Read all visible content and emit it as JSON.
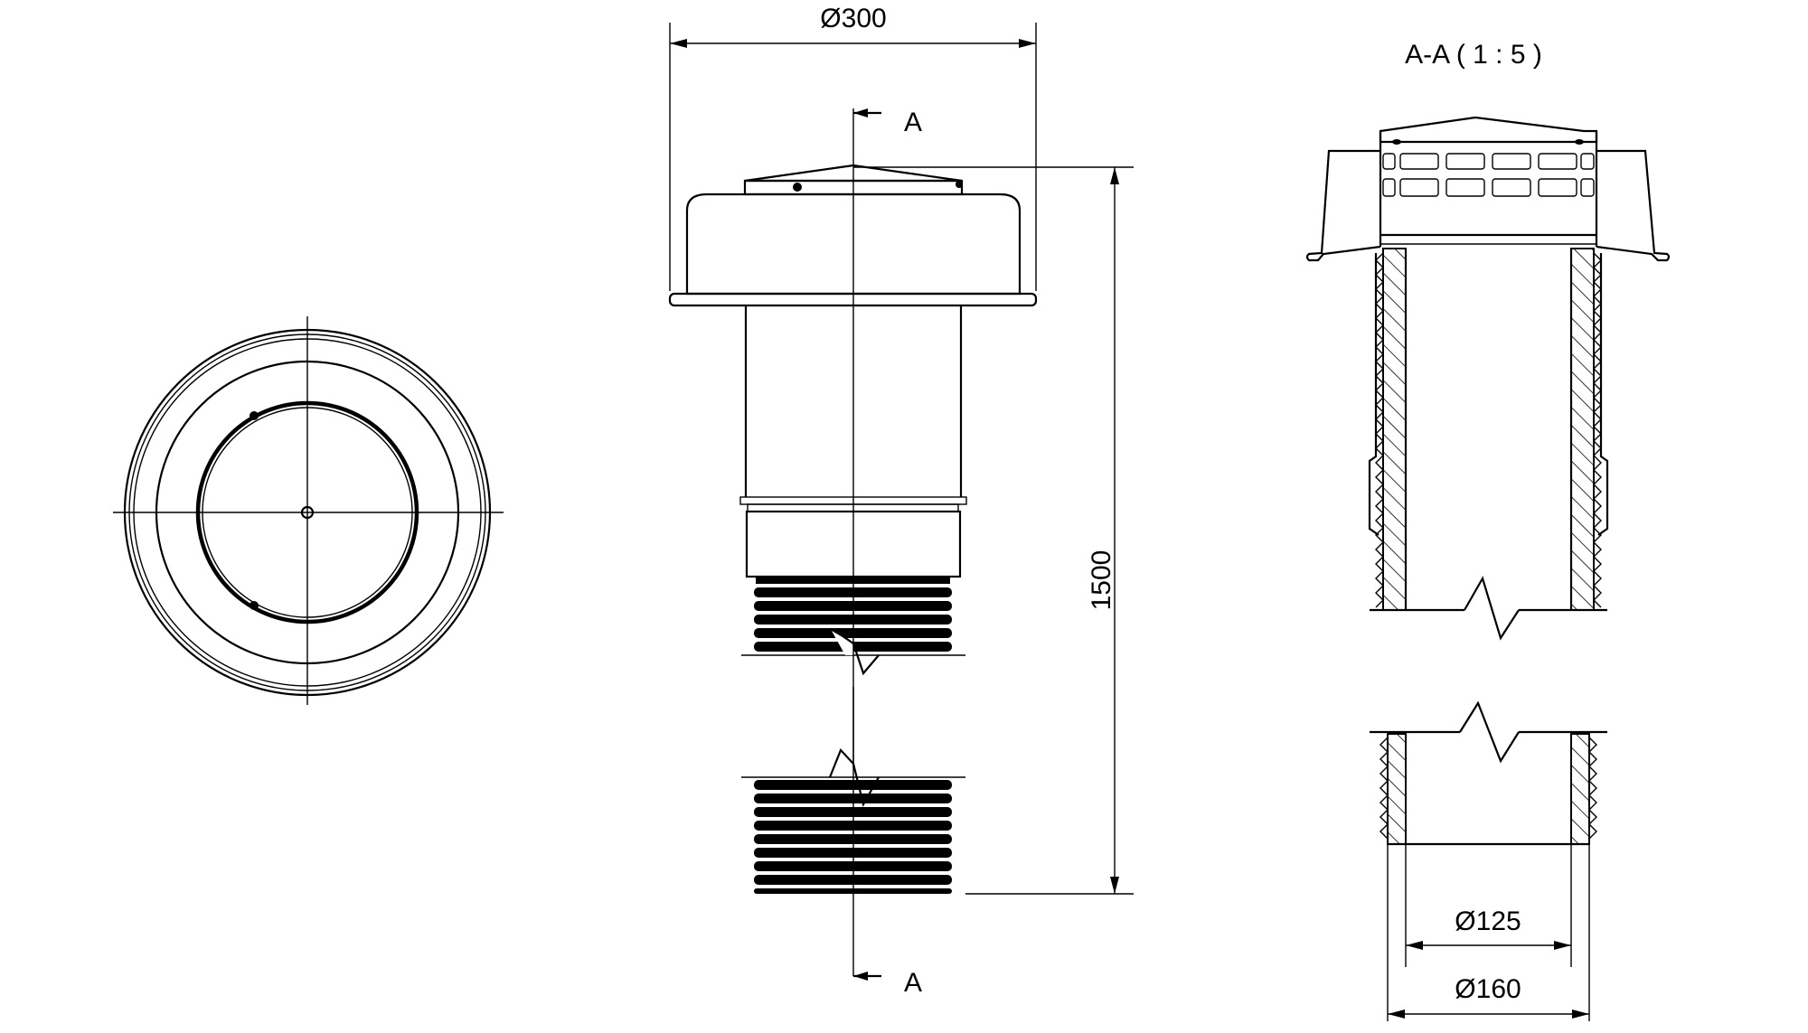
{
  "drawing": {
    "dim_top_diameter": "Ø300",
    "dim_height": "1500",
    "section_mark_top": "A",
    "section_mark_bottom": "A",
    "section_title": "A-A ( 1 : 5 )",
    "dim_inner_diameter": "Ø125",
    "dim_outer_diameter": "Ø160"
  }
}
